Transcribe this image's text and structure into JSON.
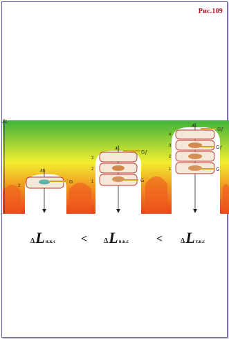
{
  "figure_label": "Рис.109",
  "diagram": {
    "y_axis_label": "ΔL",
    "colors": {
      "grad_top": "#3fb33a",
      "grad_mid": "#f2ee2e",
      "grad_low": "#f08a1e",
      "grad_bottom": "#e8421a",
      "cell_fill": "#f4e8d8",
      "cell_stroke": "#b8332a",
      "marker": "#d7a21c"
    },
    "columns": [
      {
        "top_label": "ΔL",
        "level_labels": [
          "2"
        ],
        "callouts": [
          "G"
        ]
      },
      {
        "top_label": "ΔL",
        "level_labels": [
          "3",
          "2",
          "1"
        ],
        "callouts": [
          "Gƒ",
          "G"
        ]
      },
      {
        "top_label": "ΔL",
        "level_labels": [
          "4",
          "3",
          "2",
          "1"
        ],
        "callouts": [
          "Gƒ",
          "Gƒ",
          "G"
        ]
      }
    ]
  },
  "formula": {
    "terms": [
      {
        "delta": "Δ",
        "symbol": "L",
        "sub": "н.к.с"
      },
      {
        "delta": "Δ",
        "symbol": "L",
        "sub": "в.к.с"
      },
      {
        "delta": "Δ",
        "symbol": "L",
        "sub": "т.к.с"
      }
    ],
    "operators": [
      "<",
      "<"
    ]
  }
}
